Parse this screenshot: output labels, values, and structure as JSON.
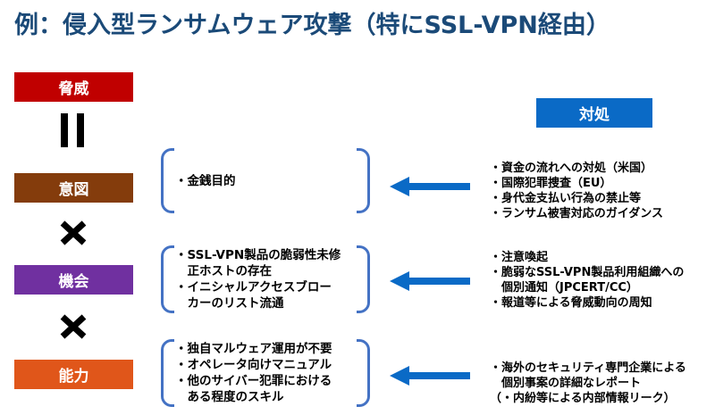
{
  "title": "例：侵入型ランサムウェア攻撃（特にSSL-VPN経由）",
  "colors": {
    "title": "#1b4a78",
    "threat": "#c00000",
    "intent": "#843c0c",
    "opportunity": "#7030a0",
    "capability": "#e0561a",
    "measures_header": "#0a6ac6",
    "bracket": "#4472c4",
    "arrow": "#0a6ac6"
  },
  "left_labels": {
    "threat": "脅威",
    "intent": "意図",
    "opportunity": "機会",
    "capability": "能力"
  },
  "operators": {
    "equals": "equals-sign",
    "times1": "multiply-sign",
    "times2": "multiply-sign"
  },
  "factors": {
    "intent": [
      "・金銭目的"
    ],
    "opportunity": [
      "・SSL-VPN製品の脆弱性未修",
      "　正ホストの存在",
      "・イニシャルアクセスブロー",
      "　カーのリスト流通"
    ],
    "capability": [
      "・独自マルウェア運用が不要",
      "・オペレータ向けマニュアル",
      "・他のサイバー犯罪における",
      "　ある程度のスキル"
    ]
  },
  "measures": {
    "header": "対処",
    "intent": [
      "・資金の流れへの対処（米国）",
      "・国際犯罪捜査（EU）",
      "・身代金支払い行為の禁止等",
      "・ランサム被害対応のガイダンス"
    ],
    "opportunity": [
      "・注意喚起",
      "・脆弱なSSL-VPN製品利用組織への",
      "　個別通知（JPCERT/CC）",
      "・報道等による脅威動向の周知"
    ],
    "capability": [
      "・海外のセキュリティ専門企業による",
      "　個別事案の詳細なレポート",
      "（・内紛等による内部情報リーク）"
    ]
  }
}
